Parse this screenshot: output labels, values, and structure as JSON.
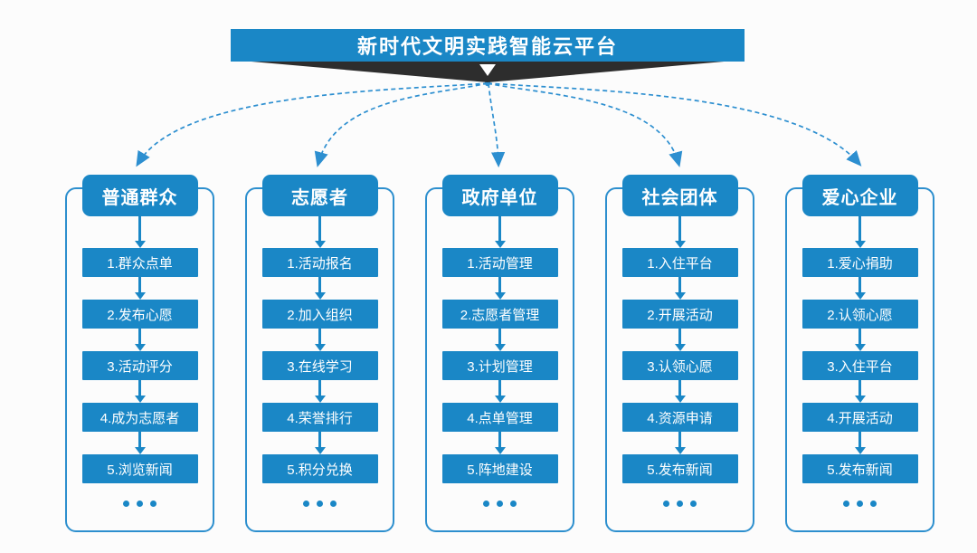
{
  "title": "新时代文明实践智能云平台",
  "colors": {
    "primary_blue": "#1a87c6",
    "outline_blue": "#2d8fce",
    "connector_blue": "#2d8fd0",
    "ribbon_dark": "#2d2d2d",
    "text_white": "#ffffff",
    "background": "#fcfcfc"
  },
  "columns": [
    {
      "header": "普通群众",
      "steps": [
        "1.群众点单",
        "2.发布心愿",
        "3.活动评分",
        "4.成为志愿者",
        "5.浏览新闻"
      ]
    },
    {
      "header": "志愿者",
      "steps": [
        "1.活动报名",
        "2.加入组织",
        "3.在线学习",
        "4.荣誉排行",
        "5.积分兑换"
      ]
    },
    {
      "header": "政府单位",
      "steps": [
        "1.活动管理",
        "2.志愿者管理",
        "3.计划管理",
        "4.点单管理",
        "5.阵地建设"
      ]
    },
    {
      "header": "社会团体",
      "steps": [
        "1.入住平台",
        "2.开展活动",
        "3.认领心愿",
        "4.资源申请",
        "5.发布新闻"
      ]
    },
    {
      "header": "爱心企业",
      "steps": [
        "1.爱心捐助",
        "2.认领心愿",
        "3.入住平台",
        "4.开展活动",
        "5.发布新闻"
      ]
    }
  ]
}
